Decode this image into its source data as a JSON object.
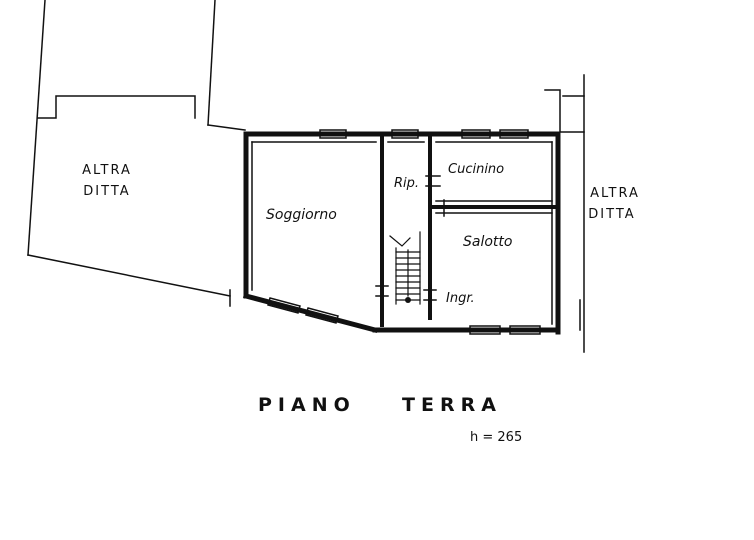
{
  "plan": {
    "title_left": "PIANO",
    "title_right": "TERRA",
    "height_note": "h = 265",
    "rooms": {
      "altra_ditta_left_line1": "ALTRA",
      "altra_ditta_left_line2": "DITTA",
      "altra_ditta_right_line1": "ALTRA",
      "altra_ditta_right_line2": "DITTA",
      "soggiorno": "Soggiorno",
      "ripostiglio": "Rip.",
      "cucinino": "Cucinino",
      "salotto": "Salotto",
      "ingresso": "Ingr."
    }
  }
}
